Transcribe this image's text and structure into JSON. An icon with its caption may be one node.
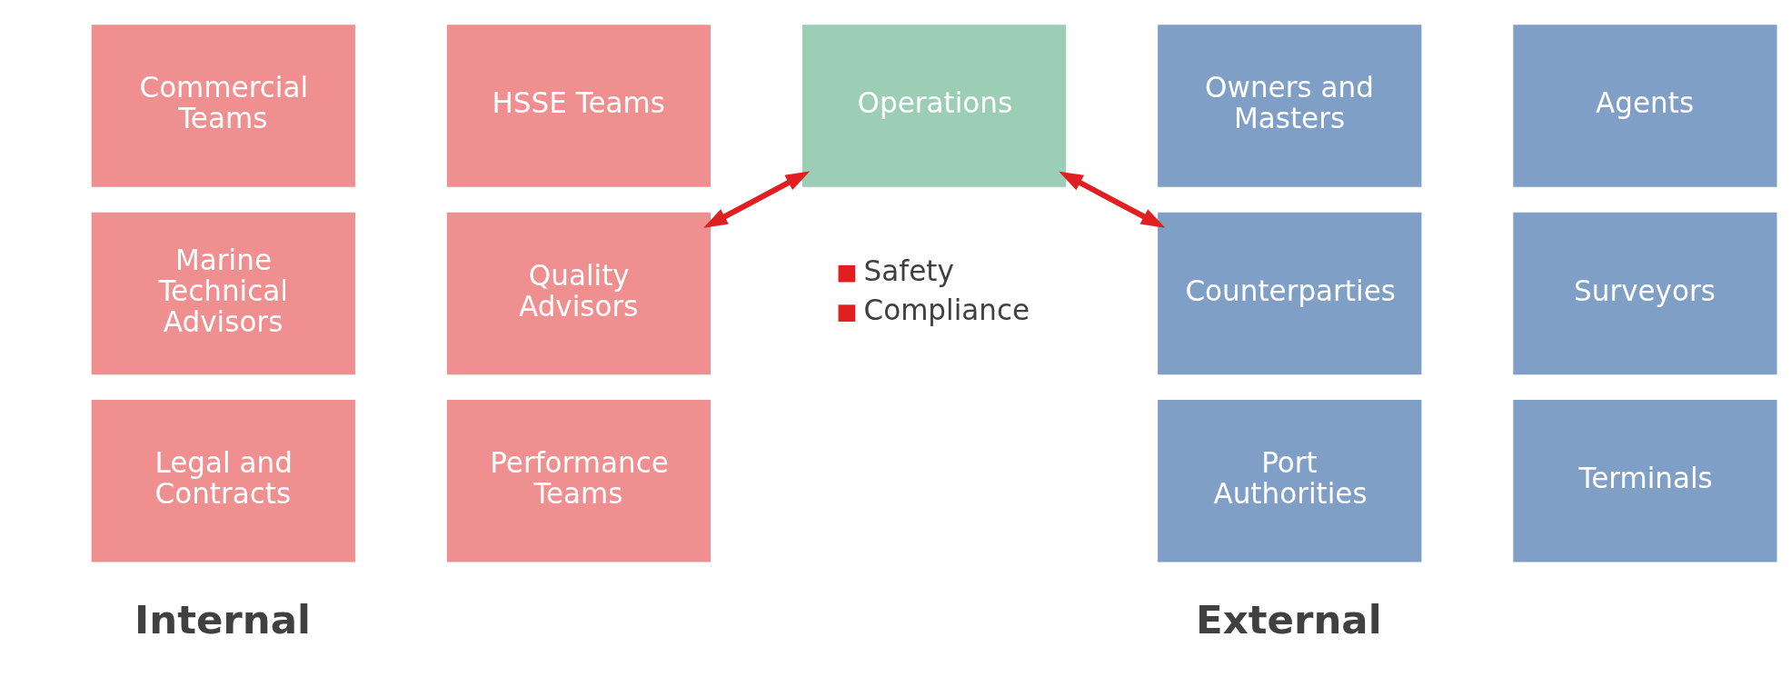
{
  "diagram": {
    "nodes": [
      {
        "text": [
          "Commercial Teams"
        ]
      },
      {
        "text": [
          "HSSE Teams"
        ]
      },
      {
        "text": [
          "Marine Technical Advisors"
        ]
      },
      {
        "text": [
          "Quality Advisors"
        ]
      },
      {
        "text": [
          "Legal and Contracts"
        ]
      },
      {
        "text": [
          "Performance Teams"
        ]
      },
      {
        "text": [
          "Operations"
        ],
        "beside": [
          "Safety",
          "Compliance"
        ]
      },
      {
        "text": [
          "Owners and Masters"
        ]
      },
      {
        "text": [
          "Agents"
        ]
      },
      {
        "text": [
          "Counterparties"
        ]
      },
      {
        "text": [
          "Surveyors"
        ]
      },
      {
        "text": [
          "Port Authorities"
        ]
      },
      {
        "text": [
          "Terminals"
        ]
      }
    ],
    "edges": [
      {
        "from": 3,
        "to": 6,
        "arrow": "both"
      },
      {
        "from": 6,
        "to": 9,
        "arrow": "both"
      }
    ],
    "labels": [
      "Internal",
      "External"
    ]
  }
}
